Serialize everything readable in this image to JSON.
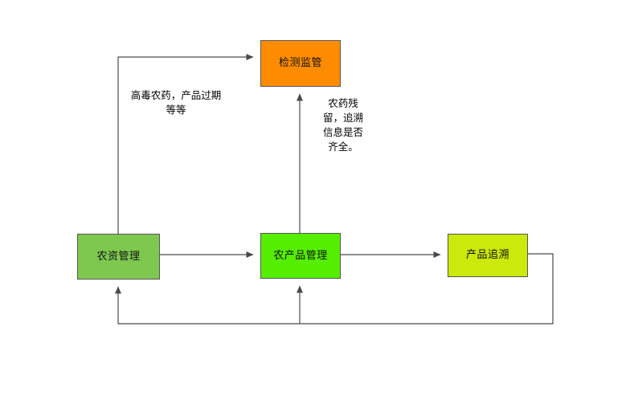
{
  "diagram": {
    "background_color": "#ffffff",
    "line_color": "#4a4a4a",
    "nodes": [
      {
        "id": "monitor",
        "label": "检测监管",
        "fill": "#ff8c00",
        "border": "#555555"
      },
      {
        "id": "agri_input",
        "label": "农资管理",
        "fill": "#7ec850",
        "border": "#555555"
      },
      {
        "id": "produce",
        "label": "农产品管理",
        "fill": "#55ee00",
        "border": "#555555"
      },
      {
        "id": "trace",
        "label": "产品追溯",
        "fill": "#cbe90a",
        "border": "#555555"
      }
    ],
    "edge_labels": [
      {
        "id": "left_label",
        "text": "高毒农药，产品过期等等"
      },
      {
        "id": "mid_label",
        "text": "农药残留，追溯信息是否齐全。"
      }
    ],
    "edges": [
      {
        "id": "agri-input-to-monitor",
        "from": "agri_input",
        "to": "monitor",
        "arrow": true
      },
      {
        "id": "produce-to-monitor",
        "from": "produce",
        "to": "monitor",
        "arrow": true
      },
      {
        "id": "agri-input-to-produce",
        "from": "agri_input",
        "to": "produce",
        "arrow": true
      },
      {
        "id": "produce-to-trace",
        "from": "produce",
        "to": "trace",
        "arrow": true
      },
      {
        "id": "trace-to-agri-input",
        "from": "trace",
        "to": "agri_input",
        "arrow": true
      },
      {
        "id": "trace-to-produce",
        "from": "trace",
        "to": "produce",
        "arrow": true
      }
    ]
  }
}
